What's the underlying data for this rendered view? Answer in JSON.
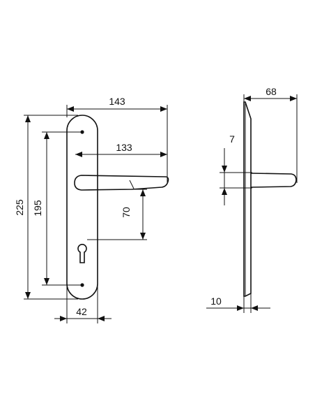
{
  "dimensions": {
    "overall_width": "143",
    "lever_length": "133",
    "plate_height": "225",
    "hole_spacing": "195",
    "lever_to_keyhole": "70",
    "plate_width": "42",
    "projection": "68",
    "lever_thickness": "7",
    "plate_thickness": "10"
  },
  "colors": {
    "line": "#111111",
    "background": "#ffffff"
  }
}
